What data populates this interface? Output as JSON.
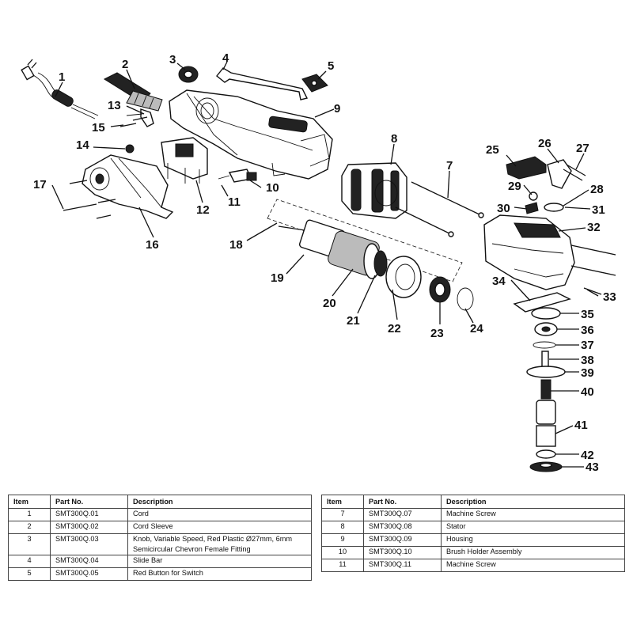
{
  "callouts": [
    "1",
    "2",
    "3",
    "4",
    "5",
    "7",
    "8",
    "9",
    "10",
    "11",
    "12",
    "13",
    "14",
    "15",
    "16",
    "17",
    "18",
    "19",
    "20",
    "21",
    "22",
    "23",
    "24",
    "25",
    "26",
    "27",
    "28",
    "29",
    "30",
    "31",
    "32",
    "33",
    "34",
    "35",
    "36",
    "37",
    "38",
    "39",
    "40",
    "41",
    "42",
    "43"
  ],
  "table": {
    "headers": {
      "item": "Item",
      "part_no": "Part No.",
      "description": "Description"
    },
    "left_rows": [
      {
        "item": "1",
        "part_no": "SMT300Q.01",
        "description": "Cord"
      },
      {
        "item": "2",
        "part_no": "SMT300Q.02",
        "description": "Cord Sleeve"
      },
      {
        "item": "3",
        "part_no": "SMT300Q.03",
        "description": "Knob, Variable Speed, Red Plastic Ø27mm, 6mm Semicircular Chevron Female Fitting"
      },
      {
        "item": "4",
        "part_no": "SMT300Q.04",
        "description": "Slide Bar"
      },
      {
        "item": "5",
        "part_no": "SMT300Q.05",
        "description": "Red Button for Switch"
      }
    ],
    "right_rows": [
      {
        "item": "7",
        "part_no": "SMT300Q.07",
        "description": "Machine Screw"
      },
      {
        "item": "8",
        "part_no": "SMT300Q.08",
        "description": "Stator"
      },
      {
        "item": "9",
        "part_no": "SMT300Q.09",
        "description": "Housing"
      },
      {
        "item": "10",
        "part_no": "SMT300Q.10",
        "description": "Brush Holder Assembly"
      },
      {
        "item": "11",
        "part_no": "SMT300Q.11",
        "description": "Machine Screw"
      }
    ]
  }
}
